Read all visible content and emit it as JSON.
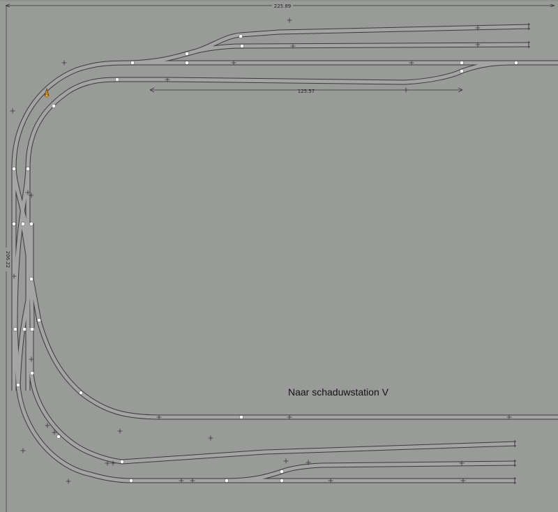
{
  "layout": {
    "dimension_top": "225.89",
    "dimension_left": "206.22",
    "dimension_inner": "125.57",
    "annotation": "Naar schaduwstation V"
  },
  "colors": {
    "background": "#999b99",
    "track_edge": "#3a3a3a",
    "track_fill": "#a3a4a3",
    "joint": "#ffffff"
  },
  "icons": {
    "locomotive": "train-marker-icon"
  }
}
